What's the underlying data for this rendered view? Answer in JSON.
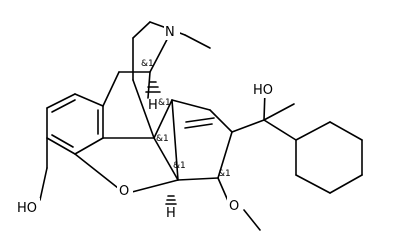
{
  "atoms": {
    "N": "N",
    "OH_left": "HO",
    "OH_top": "HO",
    "O_ring": "O",
    "O_methoxy": "O",
    "H_upper": "H",
    "H_lower": "H"
  },
  "stereo": {
    "s1": "&1",
    "s2": "&1",
    "s3": "&1",
    "s4": "&1",
    "s5": "&1"
  }
}
